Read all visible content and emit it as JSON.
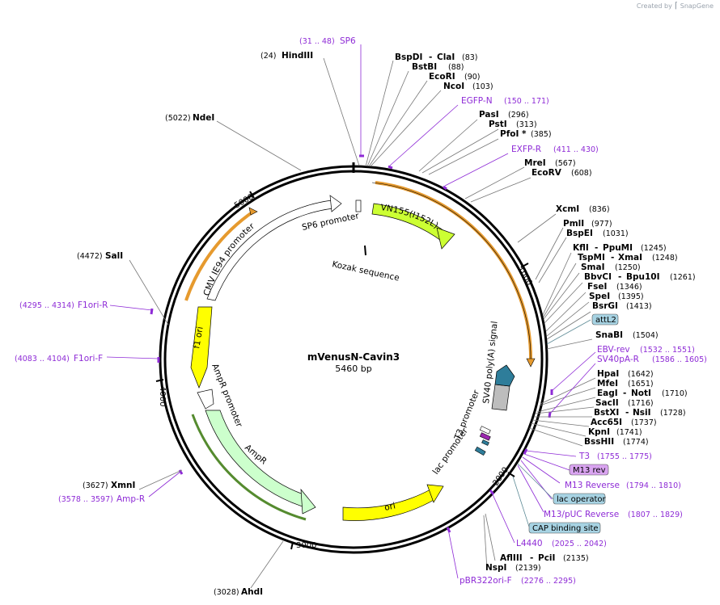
{
  "credit": {
    "prefix": "Created by",
    "brand": "SnapGene"
  },
  "plasmid": {
    "name": "mVenusN-Cavin3",
    "length_label": "5460 bp",
    "total_bp": 5460
  },
  "ticks": [
    "1000",
    "2000",
    "3000",
    "4000",
    "5000"
  ],
  "enzymes_right": [
    {
      "name": "BspDI",
      "name2": "ClaI",
      "pos": "(83)"
    },
    {
      "name": "BstBI",
      "pos": "(88)"
    },
    {
      "name": "EcoRI",
      "pos": "(90)"
    },
    {
      "name": "NcoI",
      "pos": "(103)"
    },
    {
      "name": "PasI",
      "pos": "(296)"
    },
    {
      "name": "PstI",
      "pos": "(313)"
    },
    {
      "name": "PfoI *",
      "pos": "(385)"
    },
    {
      "name": "MreI",
      "pos": "(567)"
    },
    {
      "name": "EcoRV",
      "pos": "(608)"
    },
    {
      "name": "XcmI",
      "pos": "(836)"
    },
    {
      "name": "PmlI",
      "pos": "(977)"
    },
    {
      "name": "BspEI",
      "pos": "(1031)"
    },
    {
      "name": "KflI",
      "name2": "PpuMI",
      "pos": "(1245)"
    },
    {
      "name": "TspMI",
      "name2": "XmaI",
      "pos": "(1248)"
    },
    {
      "name": "SmaI",
      "pos": "(1250)"
    },
    {
      "name": "BbvCI",
      "name2": "Bpu10I",
      "pos": "(1261)"
    },
    {
      "name": "FseI",
      "pos": "(1346)"
    },
    {
      "name": "SpeI",
      "pos": "(1395)"
    },
    {
      "name": "BsrGI",
      "pos": "(1413)"
    },
    {
      "name": "SnaBI",
      "pos": "(1504)"
    },
    {
      "name": "HpaI",
      "pos": "(1642)"
    },
    {
      "name": "MfeI",
      "pos": "(1651)"
    },
    {
      "name": "EagI",
      "name2": "NotI",
      "pos": "(1710)"
    },
    {
      "name": "SacII",
      "pos": "(1716)"
    },
    {
      "name": "BstXI",
      "name2": "NsiI",
      "pos": "(1728)"
    },
    {
      "name": "Acc65I",
      "pos": "(1737)"
    },
    {
      "name": "KpnI",
      "pos": "(1741)"
    },
    {
      "name": "BssHII",
      "pos": "(1774)"
    },
    {
      "name": "AflIII",
      "name2": "PciI",
      "pos": "(2135)"
    },
    {
      "name": "NspI",
      "pos": "(2139)"
    }
  ],
  "enzymes_left": [
    {
      "name": "HindIII",
      "pos": "(24)"
    },
    {
      "name": "NdeI",
      "pos": "(5022)"
    },
    {
      "name": "SalI",
      "pos": "(4472)"
    },
    {
      "name": "XmnI",
      "pos": "(3627)"
    },
    {
      "name": "AhdI",
      "pos": "(3028)"
    }
  ],
  "primers": [
    {
      "name": "SP6",
      "pos": "(31 .. 48)"
    },
    {
      "name": "EGFP-N",
      "pos": "(150 .. 171)"
    },
    {
      "name": "EXFP-R",
      "pos": "(411 .. 430)"
    },
    {
      "name": "EBV-rev",
      "pos": "(1532 .. 1551)"
    },
    {
      "name": "SV40pA-R",
      "pos": "(1586 .. 1605)"
    },
    {
      "name": "T3",
      "pos": "(1755 .. 1775)"
    },
    {
      "name": "M13 Reverse",
      "pos": "(1794 .. 1810)"
    },
    {
      "name": "M13/pUC Reverse",
      "pos": "(1807 .. 1829)"
    },
    {
      "name": "L4440",
      "pos": "(2025 .. 2042)"
    },
    {
      "name": "pBR322ori-F",
      "pos": "(2276 .. 2295)"
    },
    {
      "name": "F1ori-R",
      "pos": "(4295 .. 4314)"
    },
    {
      "name": "F1ori-F",
      "pos": "(4083 .. 4104)"
    },
    {
      "name": "Amp-R",
      "pos": "(3578 .. 3597)"
    }
  ],
  "boxed": {
    "attL2": "attL2",
    "m13rev": "M13 rev",
    "lac_operator": "lac operator",
    "cap_site": "CAP binding site"
  },
  "features": {
    "vn155": "VN155(I152L)",
    "kozak": "Kozak sequence",
    "sp6_promoter": "SP6 promoter",
    "cmv": "CMV IE94 promoter",
    "f1ori": "f1 ori",
    "ampr_promoter": "AmpR promoter",
    "ampr": "AmpR",
    "ori": "ori",
    "sv40": "SV40 poly(A) signal",
    "t3": "T3 promoter",
    "lac": "lac promoter"
  },
  "colors": {
    "vn155": "#ccff33",
    "ori": "#ffff00",
    "f1ori": "#ffff00",
    "ampr": "#ccffcc",
    "orange_orf": "#e69a2e",
    "sv40": "#2e7d9a",
    "primer": "#8e2bd6",
    "box": "#a7d3e3"
  }
}
